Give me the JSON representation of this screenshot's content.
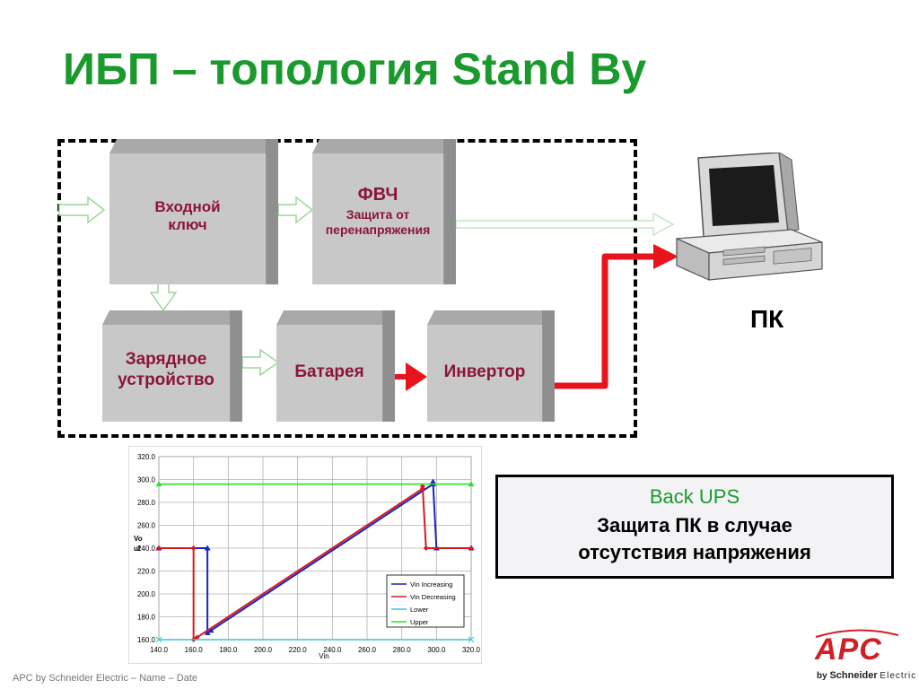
{
  "title": "ИБП – топология Stand By",
  "blocks": {
    "input_switch": [
      "Входной",
      "ключ"
    ],
    "filter_title": "ФВЧ",
    "filter_sub": [
      "Защита от",
      "перенапряжения"
    ],
    "charger": [
      "Зарядное",
      "устройство"
    ],
    "battery": "Батарея",
    "inverter": "Инвертор"
  },
  "pc_label": "ПК",
  "info_box": {
    "line1": "Back UPS",
    "line2": "Защита ПК в случае",
    "line3": "отсутствия напряжения"
  },
  "footer": "APC by Schneider Electric – Name – Date",
  "logo": {
    "brand": "APC",
    "by": "by",
    "company": "Schneider",
    "suffix": "Electric"
  },
  "colors": {
    "title": "#1a9a2c",
    "block_text": "#8b1537",
    "red_path": "#e8141c",
    "accent_apc": "#d21f26"
  },
  "chart_data": {
    "type": "line",
    "xlabel": "Vin",
    "ylabel": "Vo ut",
    "xlim": [
      140,
      320
    ],
    "ylim": [
      160,
      320
    ],
    "x_ticks": [
      "140.0",
      "160.0",
      "180.0",
      "200.0",
      "220.0",
      "240.0",
      "260.0",
      "280.0",
      "300.0",
      "320.0"
    ],
    "y_ticks": [
      "160.0",
      "180.0",
      "200.0",
      "220.0",
      "240.0",
      "260.0",
      "280.0",
      "300.0",
      "320.0"
    ],
    "grid": true,
    "legend_position": "right",
    "series": [
      {
        "name": "Vin Increasing",
        "color": "#1a22c8",
        "marker": "triangle",
        "x": [
          140,
          168,
          168,
          170,
          298,
          298,
          300,
          320
        ],
        "y": [
          240,
          240,
          166,
          168,
          296,
          298,
          240,
          240
        ]
      },
      {
        "name": "Vin Decreasing",
        "color": "#d51b1b",
        "marker": "diamond",
        "x": [
          140,
          160,
          160,
          162,
          292,
          292,
          294,
          320
        ],
        "y": [
          240,
          240,
          160,
          162,
          292,
          294,
          240,
          240
        ]
      },
      {
        "name": "Lower",
        "color": "#33c7d6",
        "marker": "x",
        "x": [
          140,
          320
        ],
        "y": [
          160,
          160
        ]
      },
      {
        "name": "Upper",
        "color": "#2ee02e",
        "marker": "triangle",
        "x": [
          140,
          320
        ],
        "y": [
          296,
          296
        ]
      }
    ]
  }
}
